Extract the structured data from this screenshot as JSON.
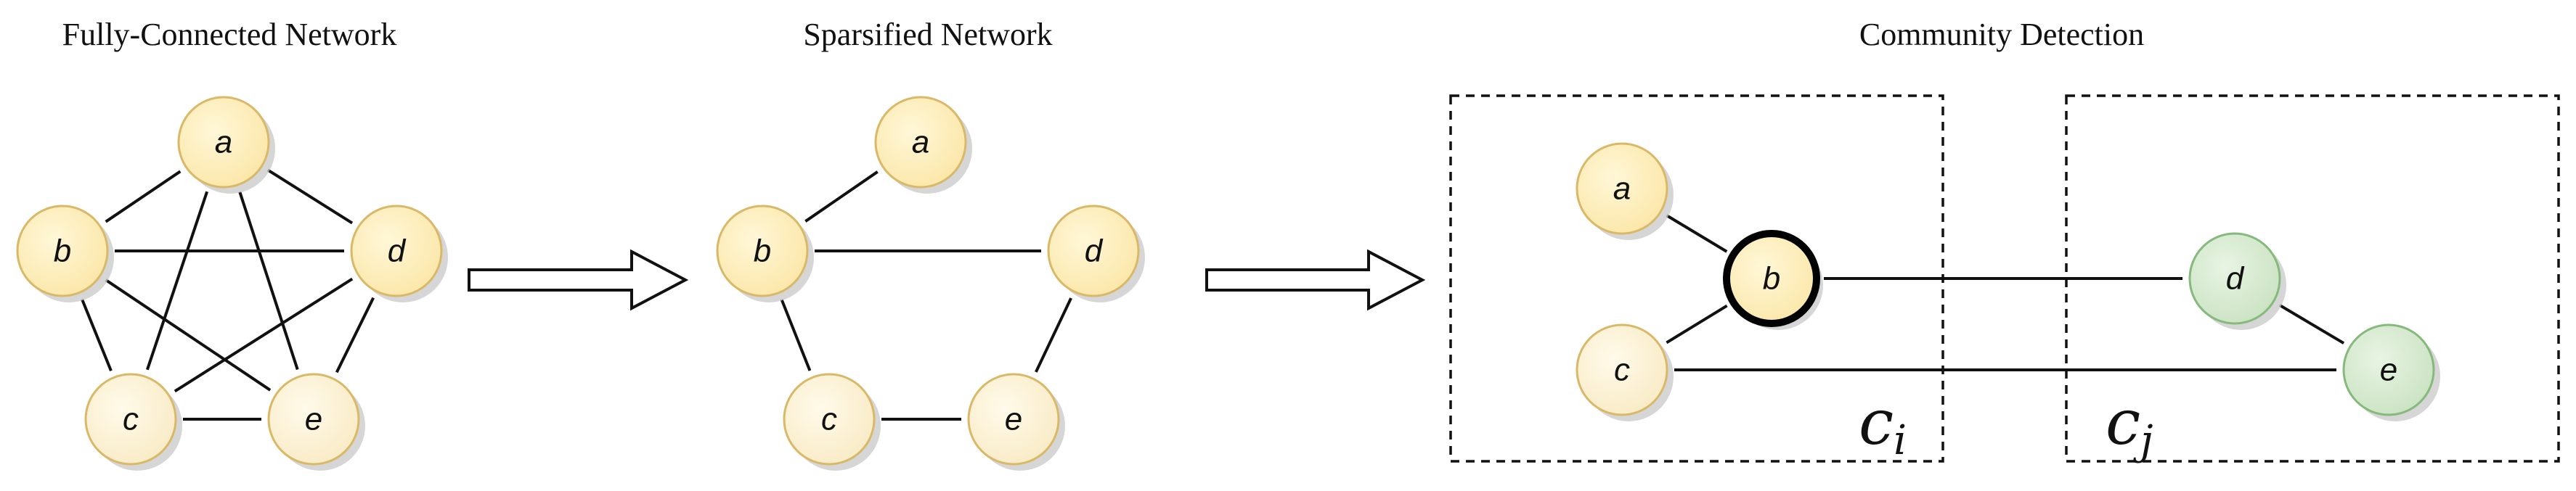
{
  "panels": {
    "fully_connected": {
      "title": "Fully-Connected Network",
      "nodes": [
        "a",
        "b",
        "c",
        "d",
        "e"
      ],
      "edges": [
        [
          "a",
          "b"
        ],
        [
          "a",
          "d"
        ],
        [
          "a",
          "c"
        ],
        [
          "a",
          "e"
        ],
        [
          "b",
          "d"
        ],
        [
          "b",
          "c"
        ],
        [
          "b",
          "e"
        ],
        [
          "c",
          "d"
        ],
        [
          "c",
          "e"
        ],
        [
          "d",
          "e"
        ]
      ]
    },
    "sparsified": {
      "title": "Sparsified Network",
      "nodes": [
        "a",
        "b",
        "c",
        "d",
        "e"
      ],
      "edges": [
        [
          "a",
          "b"
        ],
        [
          "b",
          "d"
        ],
        [
          "b",
          "c"
        ],
        [
          "c",
          "e"
        ],
        [
          "d",
          "e"
        ]
      ]
    },
    "community": {
      "title": "Community Detection",
      "nodes": [
        "a",
        "b",
        "c",
        "d",
        "e"
      ],
      "edges": [
        [
          "a",
          "b"
        ],
        [
          "b",
          "c"
        ],
        [
          "b",
          "d"
        ],
        [
          "c",
          "e"
        ],
        [
          "d",
          "e"
        ]
      ],
      "communities": [
        {
          "label": "c",
          "subscript": "i",
          "members": [
            "a",
            "b",
            "c"
          ]
        },
        {
          "label": "c",
          "subscript": "j",
          "members": [
            "d",
            "e"
          ]
        }
      ],
      "highlighted_node": "b"
    }
  },
  "colors": {
    "yellow_fill": "#fdeeb8",
    "yellow_stroke": "#d9b968",
    "light_fill": "#fbf0cf",
    "green_fill": "#d6e9d0",
    "green_stroke": "#86b97c",
    "shadow": "#c8c8c8"
  }
}
